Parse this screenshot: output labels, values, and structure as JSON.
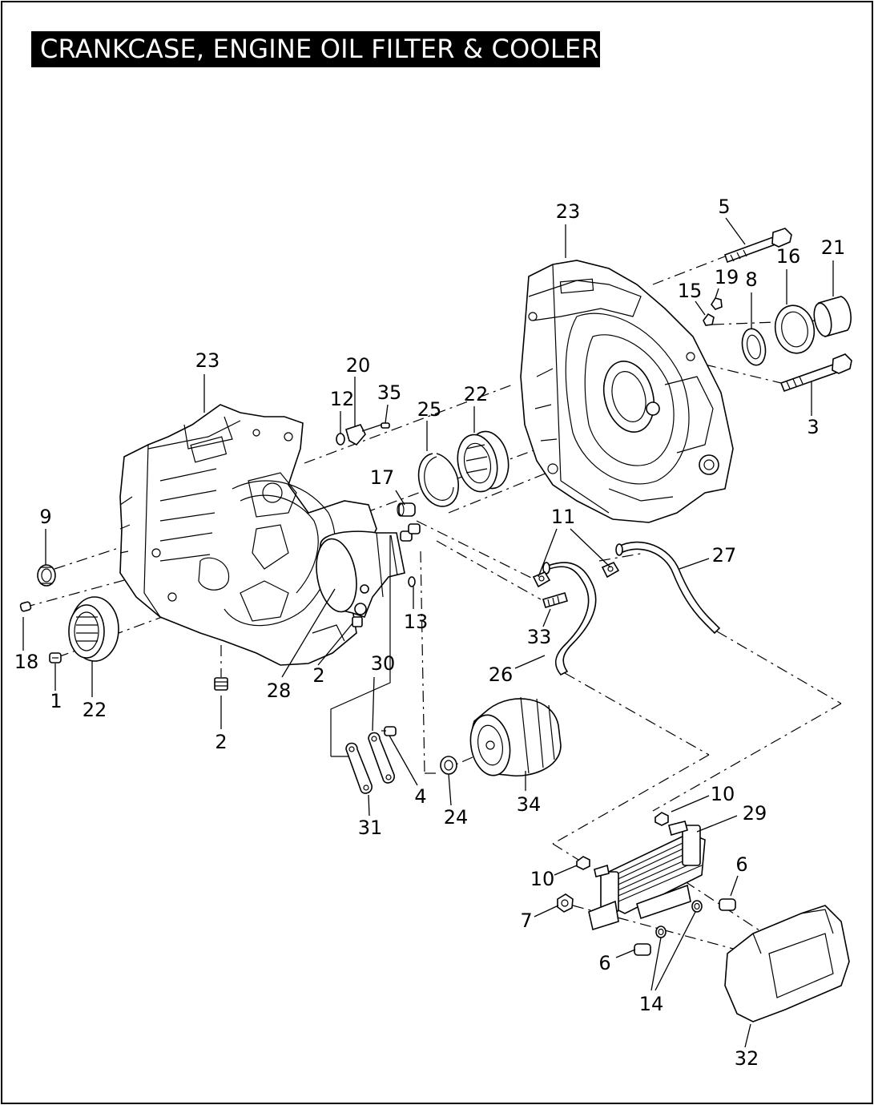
{
  "title": "CRANKCASE, ENGINE OIL FILTER & COOLER",
  "callouts": [
    {
      "id": "c-23-left",
      "label": "23"
    },
    {
      "id": "c-23-right",
      "label": "23"
    },
    {
      "id": "c-5",
      "label": "5"
    },
    {
      "id": "c-21",
      "label": "21"
    },
    {
      "id": "c-16",
      "label": "16"
    },
    {
      "id": "c-19",
      "label": "19"
    },
    {
      "id": "c-8",
      "label": "8"
    },
    {
      "id": "c-15",
      "label": "15"
    },
    {
      "id": "c-3",
      "label": "3"
    },
    {
      "id": "c-20",
      "label": "20"
    },
    {
      "id": "c-12",
      "label": "12"
    },
    {
      "id": "c-35",
      "label": "35"
    },
    {
      "id": "c-25",
      "label": "25"
    },
    {
      "id": "c-22-top",
      "label": "22"
    },
    {
      "id": "c-17",
      "label": "17"
    },
    {
      "id": "c-9",
      "label": "9"
    },
    {
      "id": "c-11",
      "label": "11"
    },
    {
      "id": "c-27",
      "label": "27"
    },
    {
      "id": "c-13",
      "label": "13"
    },
    {
      "id": "c-33",
      "label": "33"
    },
    {
      "id": "c-18",
      "label": "18"
    },
    {
      "id": "c-1",
      "label": "1"
    },
    {
      "id": "c-22-bottom",
      "label": "22"
    },
    {
      "id": "c-30",
      "label": "30"
    },
    {
      "id": "c-26",
      "label": "26"
    },
    {
      "id": "c-2-mid",
      "label": "2"
    },
    {
      "id": "c-28",
      "label": "28"
    },
    {
      "id": "c-2-low",
      "label": "2"
    },
    {
      "id": "c-4",
      "label": "4"
    },
    {
      "id": "c-31",
      "label": "31"
    },
    {
      "id": "c-24",
      "label": "24"
    },
    {
      "id": "c-34",
      "label": "34"
    },
    {
      "id": "c-10-top",
      "label": "10"
    },
    {
      "id": "c-29",
      "label": "29"
    },
    {
      "id": "c-10-left",
      "label": "10"
    },
    {
      "id": "c-6-right",
      "label": "6"
    },
    {
      "id": "c-7",
      "label": "7"
    },
    {
      "id": "c-6-left",
      "label": "6"
    },
    {
      "id": "c-14",
      "label": "14"
    },
    {
      "id": "c-32",
      "label": "32"
    }
  ]
}
